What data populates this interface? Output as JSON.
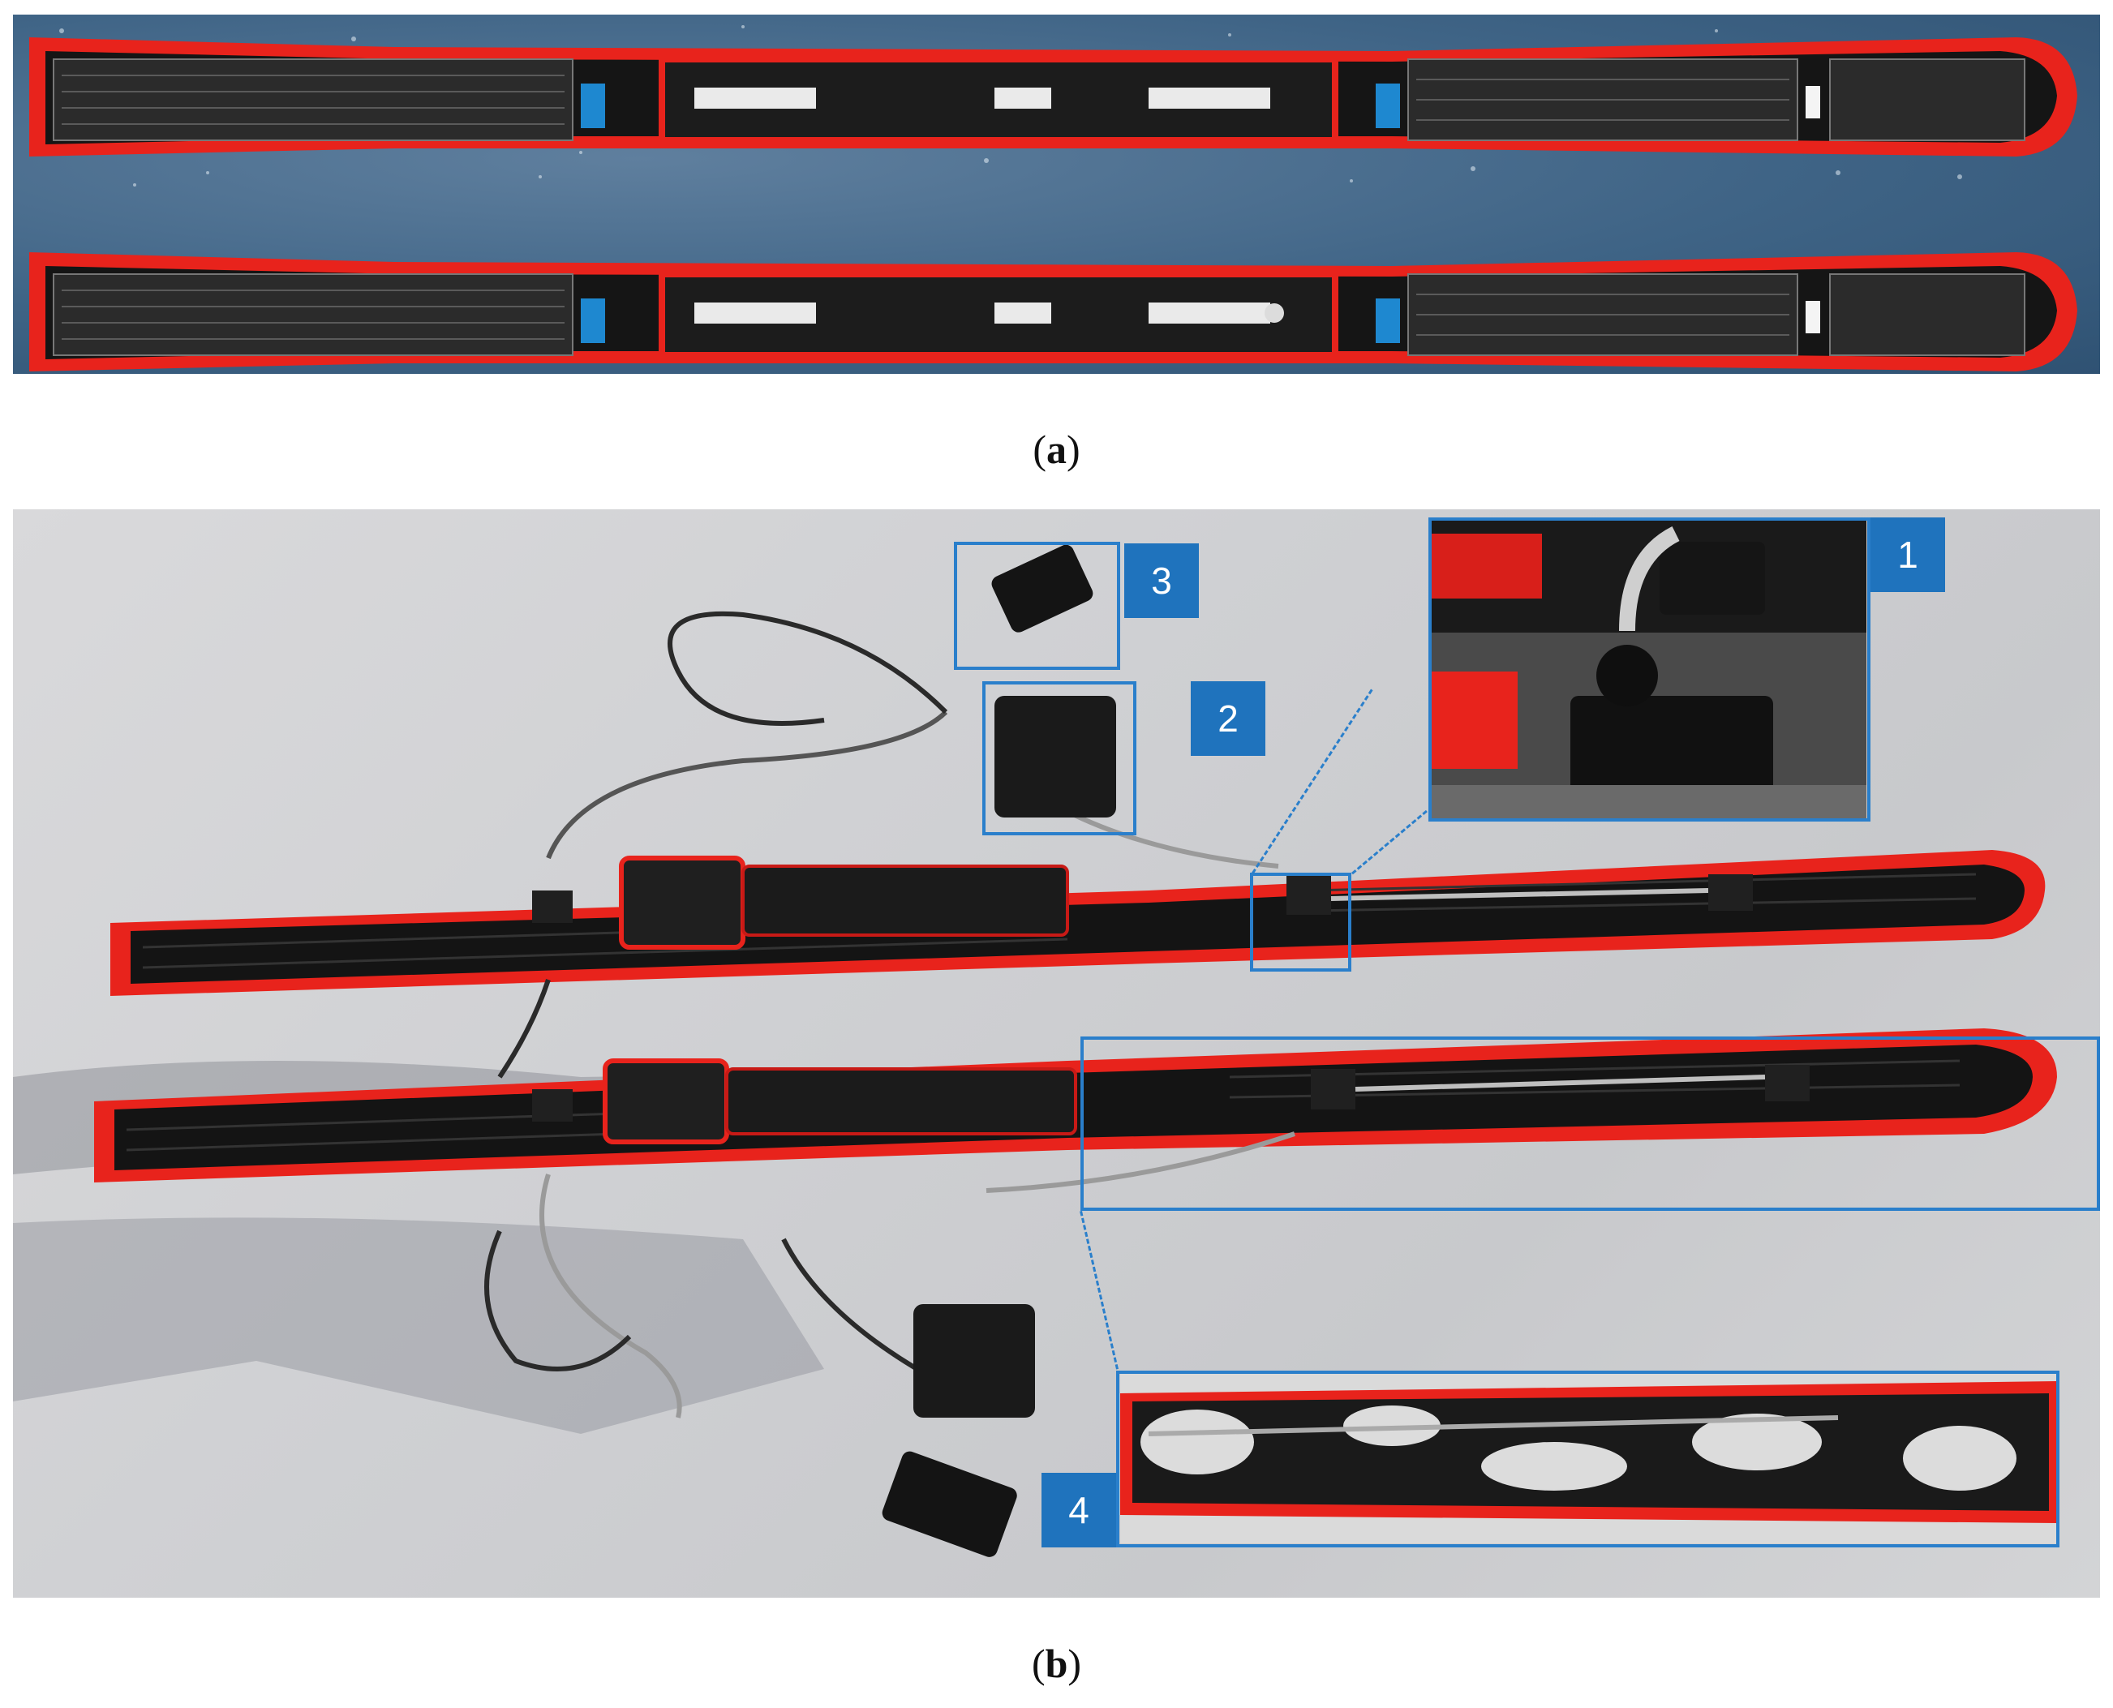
{
  "figure": {
    "panel_a": {
      "label_open": "(",
      "label_letter": "a",
      "label_close": ")"
    },
    "panel_b": {
      "label_open": "(",
      "label_letter": "b",
      "label_close": ")"
    },
    "callouts": [
      "1",
      "2",
      "3",
      "4"
    ]
  },
  "colors": {
    "ski_red": "#e8231c",
    "ski_black": "#151515",
    "callout_blue": "#1f73bd",
    "connector_blue": "#1e88d0",
    "water_blue": "#3f6486",
    "snow": "#d3d4d6"
  }
}
